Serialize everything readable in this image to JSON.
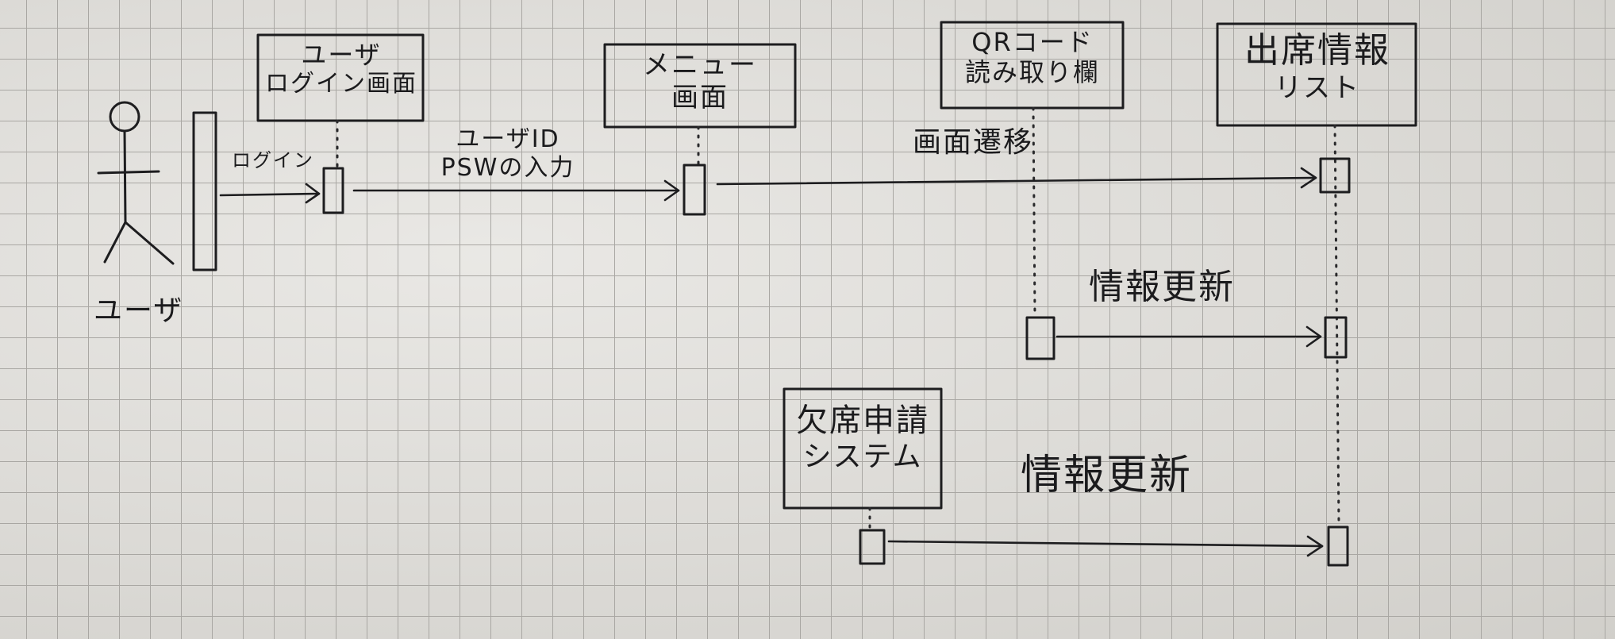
{
  "actor": {
    "label": "ユーザ"
  },
  "participants": [
    {
      "id": "login",
      "label_line1": "ユーザ",
      "label_line2": "ログイン画面"
    },
    {
      "id": "menu",
      "label_line1": "メニュー",
      "label_line2": "画面"
    },
    {
      "id": "qr",
      "label_line1": "QRコード",
      "label_line2": "読み取り欄"
    },
    {
      "id": "list",
      "label_line1": "出席情報",
      "label_line2": "リスト"
    },
    {
      "id": "absence",
      "label_line1": "欠席申請",
      "label_line2": "システム"
    }
  ],
  "messages": {
    "login": "ログイン",
    "credentials_line1": "ユーザID",
    "credentials_line2": "PSWの入力",
    "screen_transition": "画面遷移",
    "info_update_1": "情報更新",
    "info_update_2": "情報更新"
  }
}
